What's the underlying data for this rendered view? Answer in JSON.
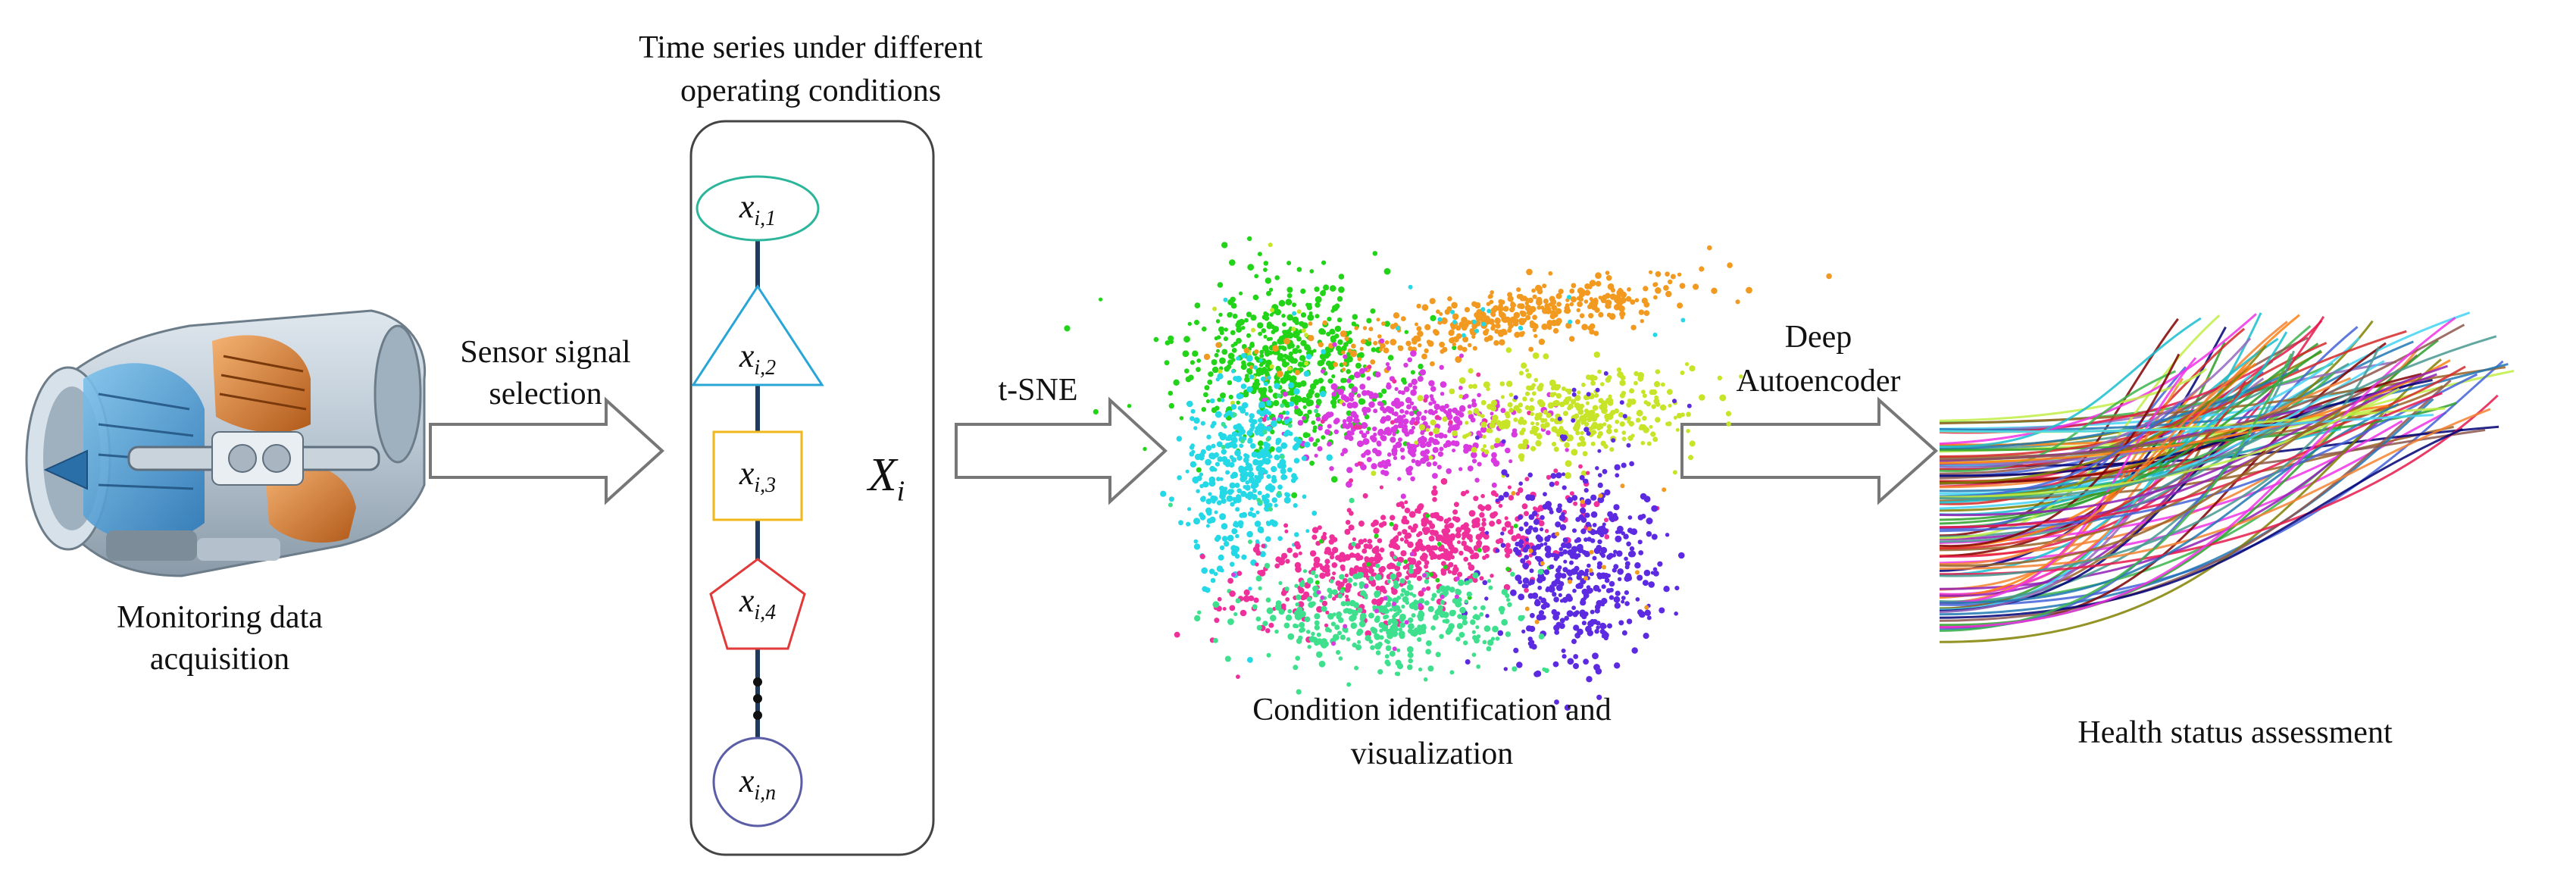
{
  "stages": {
    "acquisition": {
      "label_line1": "Monitoring data",
      "label_line2": "acquisition",
      "image": "turbofan-engine-cutaway"
    },
    "selection_arrow": {
      "label_line1": "Sensor signal",
      "label_line2": "selection"
    },
    "timeseries": {
      "title_line1": "Time series under different",
      "title_line2": "operating conditions",
      "set_label": "X",
      "set_subscript": "i",
      "nodes": [
        {
          "shape": "ellipse",
          "base": "x",
          "sub": "i,1",
          "color": "#2bb59a"
        },
        {
          "shape": "triangle",
          "base": "x",
          "sub": "i,2",
          "color": "#2aa6d6"
        },
        {
          "shape": "square",
          "base": "x",
          "sub": "i,3",
          "color": "#f2b81b"
        },
        {
          "shape": "pentagon",
          "base": "x",
          "sub": "i,4",
          "color": "#e03a3a"
        },
        {
          "shape": "circle",
          "base": "x",
          "sub": "i,n",
          "color": "#5b5ea6"
        }
      ],
      "ellipsis": "⋮",
      "connector_color": "#1f3a5a"
    },
    "tsne_arrow": {
      "label": "t-SNE"
    },
    "condition": {
      "label_line1": "Condition identification and",
      "label_line2": "visualization",
      "cluster_colors": [
        "#22d418",
        "#f29a20",
        "#d83ae0",
        "#c8e428",
        "#24d8e6",
        "#f0309a",
        "#5c2ae0",
        "#3ee08e"
      ]
    },
    "autoencoder_arrow": {
      "label_line1": "Deep",
      "label_line2": "Autoencoder"
    },
    "health": {
      "label": "Health status assessment",
      "curve_colors": [
        "#e6194b",
        "#3cb44b",
        "#4363d8",
        "#f58231",
        "#911eb4",
        "#42d4f4",
        "#f032e6",
        "#bfef45",
        "#469990",
        "#9a6324",
        "#800000",
        "#808000",
        "#000075",
        "#1f77b4",
        "#2ca02c",
        "#d62728",
        "#9467bd",
        "#ff7f0e",
        "#17becf",
        "#8c564b"
      ]
    }
  }
}
